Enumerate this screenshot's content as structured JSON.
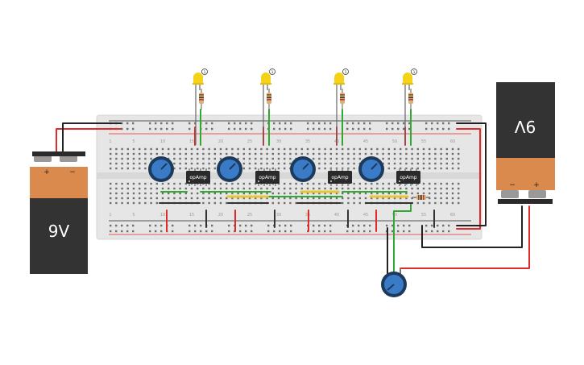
{
  "battery_left": {
    "label": "9V",
    "plus": "+",
    "minus": "−"
  },
  "battery_right": {
    "label": "9V",
    "plus": "+",
    "minus": "−"
  },
  "breadboard": {
    "column_numbers": [
      "1",
      "5",
      "10",
      "15",
      "20",
      "25",
      "30",
      "35",
      "40",
      "45",
      "50",
      "55",
      "60"
    ]
  },
  "opamps": [
    {
      "label": "opAmp"
    },
    {
      "label": "opAmp"
    },
    {
      "label": "opAmp"
    },
    {
      "label": "opAmp"
    }
  ],
  "leds": [
    {
      "badge": "1"
    },
    {
      "badge": "1"
    },
    {
      "badge": "1"
    },
    {
      "badge": "1"
    }
  ],
  "colors": {
    "wire_red": "#e02b2b",
    "wire_black": "#222222",
    "wire_green": "#2faa2f",
    "led_yellow": "#f5d21a",
    "pot_blue": "#3a7bc8",
    "battery_orange": "#d98a4c",
    "battery_dark": "#3a3a3a",
    "breadboard": "#e6e6e6"
  }
}
